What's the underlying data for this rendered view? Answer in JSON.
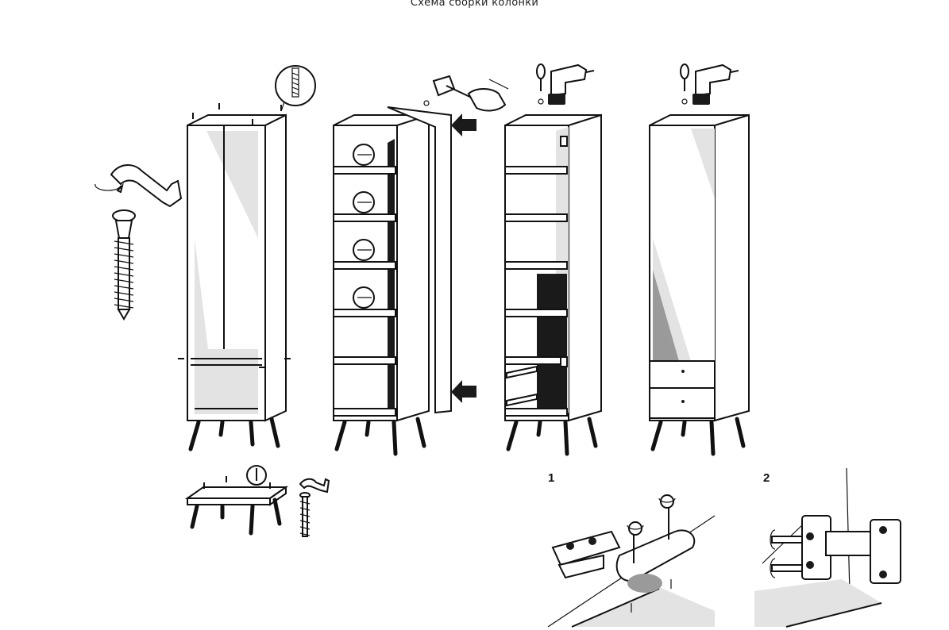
{
  "title": "Схема сборки колонки",
  "steps": {
    "hinge_mount": "1",
    "hinge_adjust": "2"
  },
  "icons": {
    "detail_screw": "screw-detail-icon",
    "hammer": "hammer-icon",
    "screwdriver": "screwdriver-icon",
    "drill": "drill-icon",
    "hex_key": "hex-key-icon",
    "confirmat_screw": "confirmat-screw-icon",
    "arrow": "arrow-icon"
  }
}
